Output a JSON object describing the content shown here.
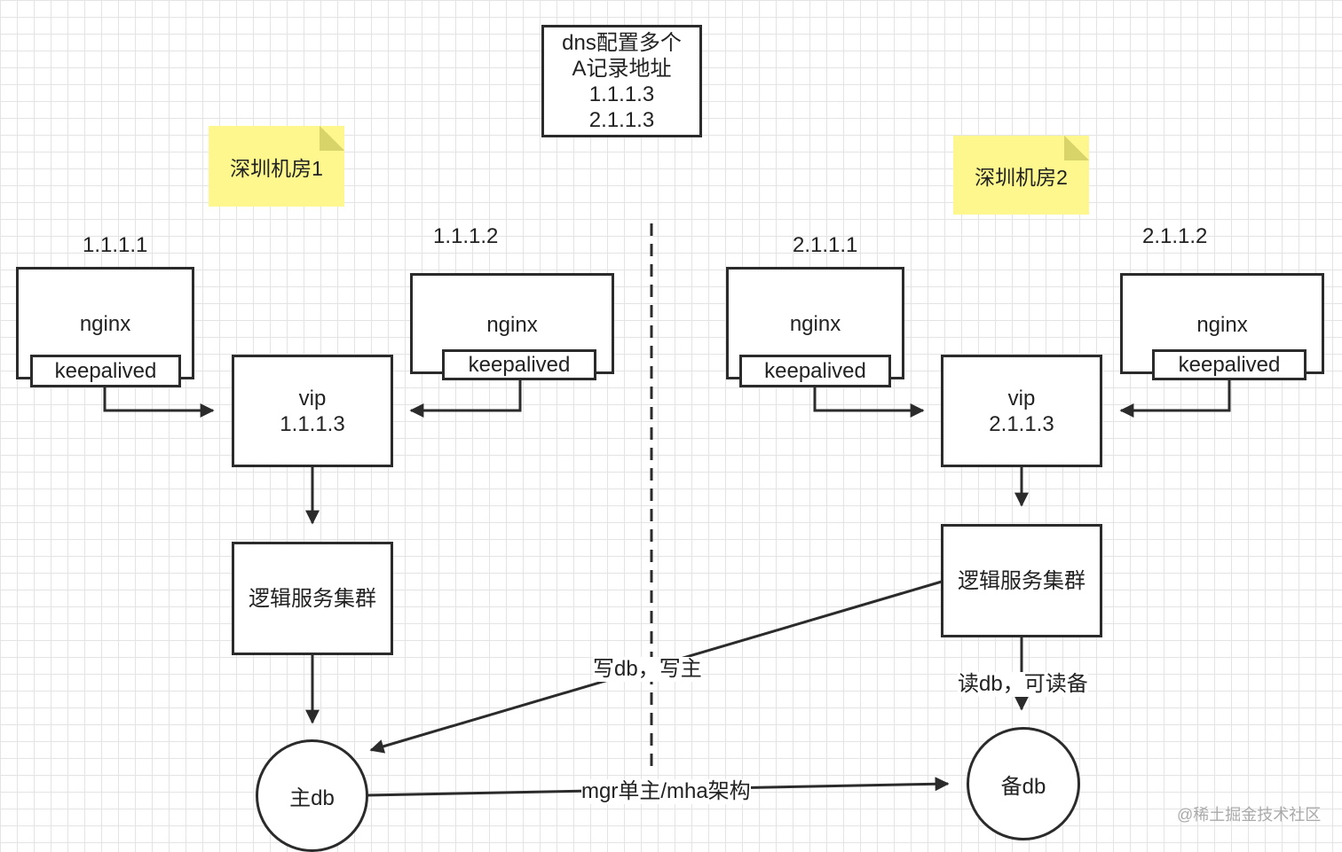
{
  "dns_box": {
    "lines": [
      "dns配置多个",
      "A记录地址",
      "1.1.1.3",
      "2.1.1.3"
    ]
  },
  "room1": {
    "note": "深圳机房1",
    "ip_a": "1.1.1.1",
    "ip_b": "1.1.1.2",
    "nginx_a": "nginx",
    "keepalived_a": "keepalived",
    "nginx_b": "nginx",
    "keepalived_b": "keepalived",
    "vip_label": "vip",
    "vip_ip": "1.1.1.3",
    "service": "逻辑服务集群",
    "db": "主db"
  },
  "room2": {
    "note": "深圳机房2",
    "ip_a": "2.1.1.1",
    "ip_b": "2.1.1.2",
    "nginx_a": "nginx",
    "keepalived_a": "keepalived",
    "nginx_b": "nginx",
    "keepalived_b": "keepalived",
    "vip_label": "vip",
    "vip_ip": "2.1.1.3",
    "service": "逻辑服务集群",
    "db": "备db"
  },
  "edges": {
    "write_label": "写db，写主",
    "read_label": "读db，可读备",
    "replication_label": "mgr单主/mha架构"
  },
  "watermark": "@稀土掘金技术社区",
  "colors": {
    "stroke": "#2b2b2b",
    "note_fill": "#fdf78d",
    "grid": "#e4e4e4"
  }
}
